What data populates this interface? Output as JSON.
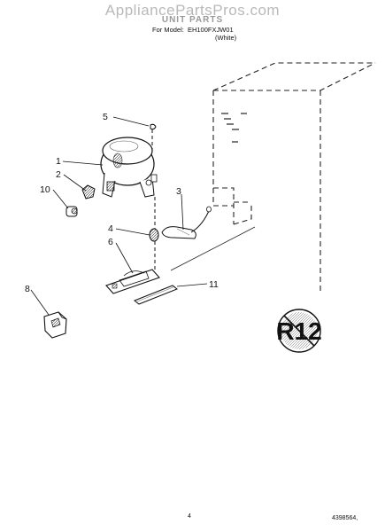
{
  "header": {
    "watermark": "AppliancePartsPros.com",
    "title": "UNIT PARTS",
    "model_prefix": "For Model:",
    "model": "EH100FXJW01",
    "color": "(White)"
  },
  "callouts": [
    "5",
    "1",
    "2",
    "10",
    "3",
    "4",
    "6",
    "11",
    "8"
  ],
  "refrigerant_badge": "R12",
  "footer": {
    "page_number": "4",
    "document_number": "4398564,"
  }
}
